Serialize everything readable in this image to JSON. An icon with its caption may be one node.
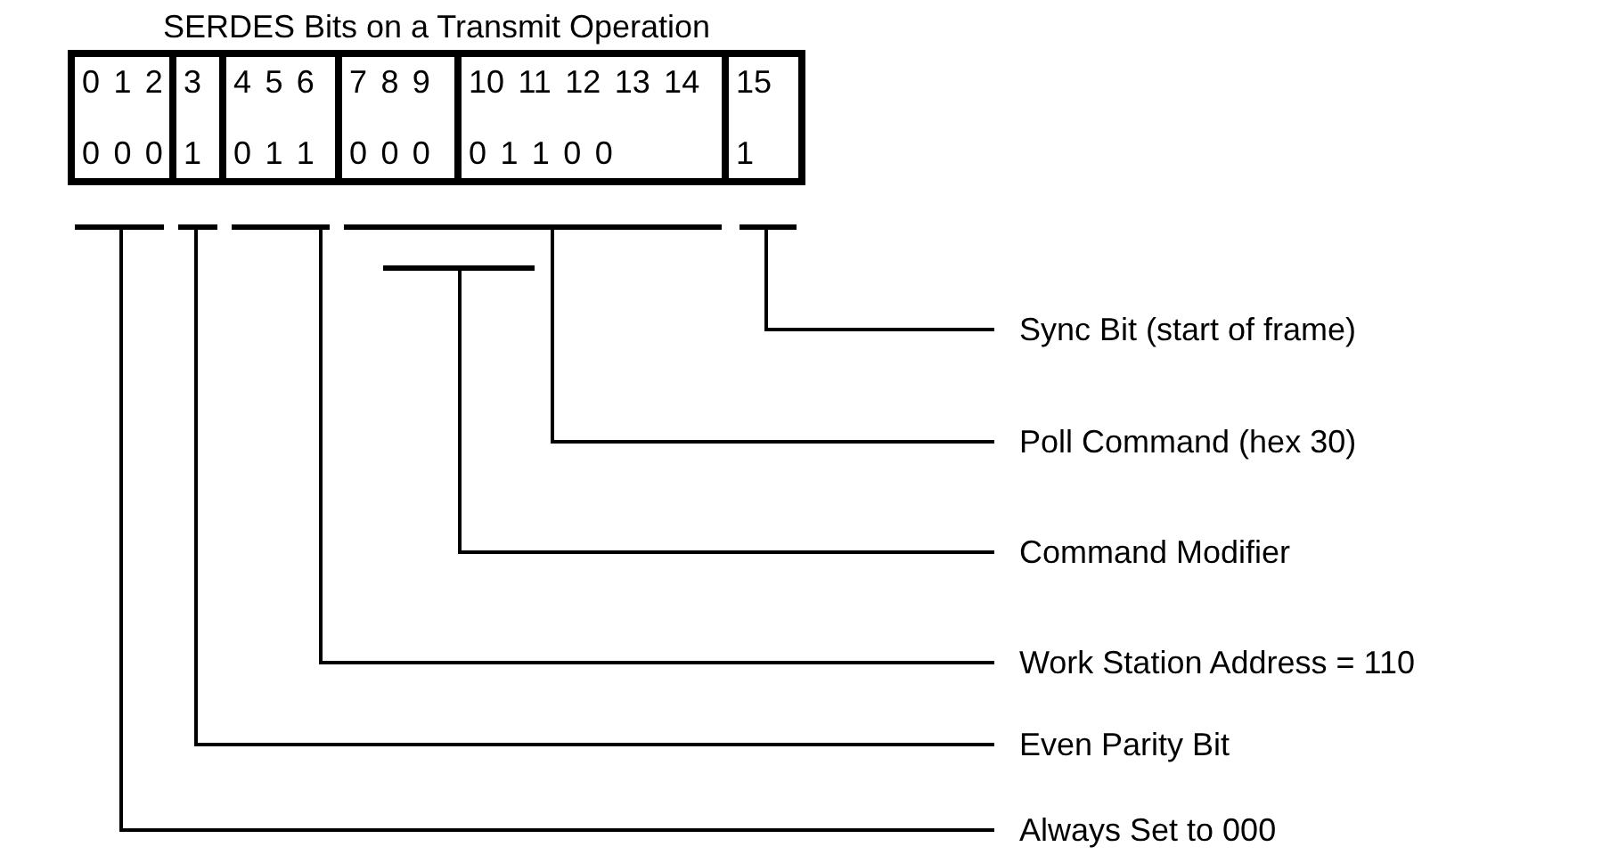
{
  "diagram": {
    "title": "SERDES Bits on a Transmit Operation",
    "nodes": [
      {
        "text": [
          "0 1 2",
          "0 0 0"
        ]
      },
      {
        "text": [
          "3",
          "1"
        ]
      },
      {
        "text": [
          "4 5 6",
          "0 1 1"
        ]
      },
      {
        "text": [
          "7 8 9",
          "0 0 0"
        ]
      },
      {
        "text": [
          "10 11 12 13 14",
          "0 1 1 0 0"
        ]
      },
      {
        "text": [
          "15",
          "1"
        ]
      },
      {
        "text": [],
        "shape": "bar"
      },
      {
        "text": [],
        "shape": "bar"
      },
      {
        "text": [],
        "shape": "bar"
      },
      {
        "text": [],
        "shape": "bar"
      },
      {
        "text": [],
        "shape": "bar"
      },
      {
        "text": [],
        "shape": "bar"
      },
      {
        "text": [
          "Sync Bit (start of frame)"
        ]
      },
      {
        "text": [
          "Poll Command (hex 30)"
        ]
      },
      {
        "text": [
          "Command Modifier"
        ]
      },
      {
        "text": [
          "Work Station Address = 110"
        ]
      },
      {
        "text": [
          "Even Parity Bit"
        ]
      },
      {
        "text": [
          "Always Set to 000"
        ]
      }
    ],
    "edges": [
      {
        "from": 12,
        "to": 10,
        "arrow": "none"
      },
      {
        "from": 13,
        "to": 9,
        "arrow": "none"
      },
      {
        "from": 14,
        "to": 11,
        "arrow": "none"
      },
      {
        "from": 15,
        "to": 8,
        "arrow": "none"
      },
      {
        "from": 16,
        "to": 7,
        "arrow": "none"
      },
      {
        "from": 17,
        "to": 6,
        "arrow": "none"
      }
    ]
  }
}
